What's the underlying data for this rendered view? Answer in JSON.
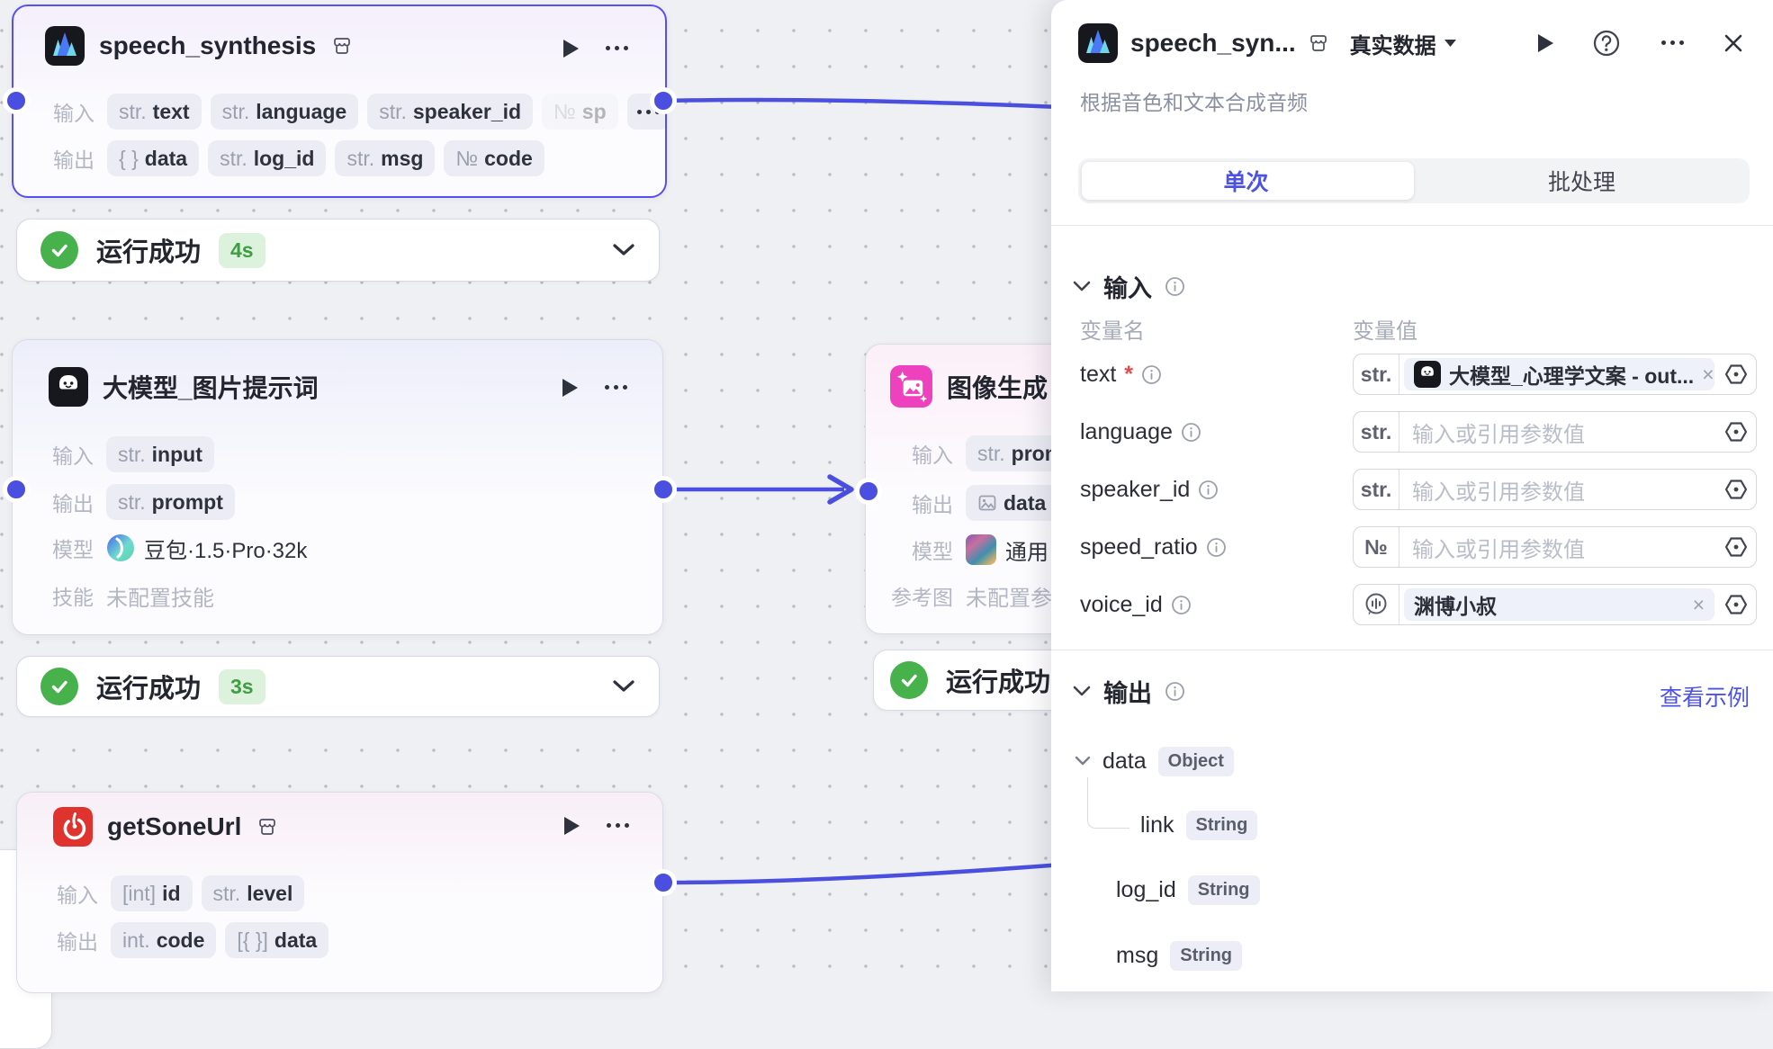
{
  "labels": {
    "input": "输入",
    "output": "输出",
    "model": "模型",
    "skill": "技能",
    "reference": "参考图",
    "status_success": "运行成功",
    "var_name": "变量名",
    "var_value": "变量值"
  },
  "canvas": {
    "speech_node": {
      "title": "speech_synthesis",
      "inputs": [
        {
          "type": "str.",
          "name": "text"
        },
        {
          "type": "str.",
          "name": "language"
        },
        {
          "type": "str.",
          "name": "speaker_id"
        },
        {
          "type": "№",
          "name": "sp"
        }
      ],
      "outputs": [
        {
          "type": "{ }",
          "name": "data"
        },
        {
          "type": "str.",
          "name": "log_id"
        },
        {
          "type": "str.",
          "name": "msg"
        },
        {
          "type": "№",
          "name": "code"
        }
      ],
      "status_duration": "4s"
    },
    "llm_node": {
      "title": "大模型_图片提示词",
      "input_chip": {
        "type": "str.",
        "name": "input"
      },
      "output_chip": {
        "type": "str.",
        "name": "prompt"
      },
      "model_name": "豆包·1.5·Pro·32k",
      "skill_value": "未配置技能",
      "status_duration": "3s"
    },
    "sone_node": {
      "title": "getSoneUrl",
      "inputs": [
        {
          "type": "[int]",
          "name": "id"
        },
        {
          "type": "str.",
          "name": "level"
        }
      ],
      "outputs": [
        {
          "type": "int.",
          "name": "code"
        },
        {
          "type": "[{ }]",
          "name": "data"
        }
      ]
    },
    "image_node": {
      "title": "图像生成",
      "input_chip": {
        "type": "str.",
        "name": "prom"
      },
      "output_chip": {
        "name": "data"
      },
      "model_name": "通用",
      "reference_value": "未配置参"
    }
  },
  "panel": {
    "title": "speech_syn...",
    "data_mode": "真实数据",
    "subtitle": "根据音色和文本合成音频",
    "tabs": {
      "single": "单次",
      "batch": "批处理"
    },
    "input_section": {
      "title": "输入",
      "rows": [
        {
          "name": "text",
          "required": "*",
          "prefix": "str.",
          "value": "大模型_心理学文案 - out...",
          "remove": "×"
        },
        {
          "name": "language",
          "prefix": "str.",
          "placeholder": "输入或引用参数值"
        },
        {
          "name": "speaker_id",
          "prefix": "str.",
          "placeholder": "输入或引用参数值"
        },
        {
          "name": "speed_ratio",
          "prefix": "№",
          "placeholder": "输入或引用参数值"
        },
        {
          "name": "voice_id",
          "value": "渊博小叔",
          "remove": "×"
        }
      ]
    },
    "output_section": {
      "title": "输出",
      "example_link": "查看示例",
      "tree": [
        {
          "name": "data",
          "type": "Object"
        },
        {
          "name": "link",
          "type": "String"
        },
        {
          "name": "log_id",
          "type": "String"
        },
        {
          "name": "msg",
          "type": "String"
        }
      ]
    }
  }
}
